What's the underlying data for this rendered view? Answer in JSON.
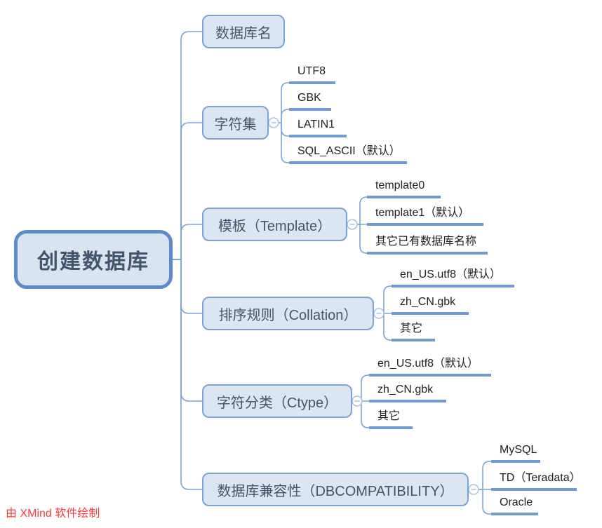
{
  "watermark": {
    "credit": "由 XMind 软件绘制",
    "color": "#fb3b3b"
  },
  "palette": {
    "root_fill": "#dae4f1",
    "root_border": "#5b8bc9",
    "node_fill": "#dce6f3",
    "node_border": "#7ca3d6",
    "connector": "#7ca3d6",
    "leaf_underline": "#6f9bd1",
    "node_text": "#44546a",
    "leaf_text": "#212121"
  },
  "icons": {
    "collapse": "minus-circle-icon"
  },
  "mindmap": {
    "root": {
      "label": "创建数据库"
    },
    "branches": [
      {
        "label": "数据库名",
        "children": []
      },
      {
        "label": "字符集",
        "children": [
          "UTF8",
          "GBK",
          "LATIN1",
          "SQL_ASCII（默认）"
        ]
      },
      {
        "label": "模板（Template）",
        "children": [
          "template0",
          "template1（默认）",
          "其它已有数据库名称"
        ]
      },
      {
        "label": "排序规则（Collation）",
        "children": [
          "en_US.utf8（默认）",
          "zh_CN.gbk",
          "其它"
        ]
      },
      {
        "label": "字符分类（Ctype）",
        "children": [
          "en_US.utf8（默认）",
          "zh_CN.gbk",
          "其它"
        ]
      },
      {
        "label": "数据库兼容性（DBCOMPATIBILITY）",
        "children": [
          "MySQL",
          "TD（Teradata）",
          "Oracle"
        ]
      }
    ]
  }
}
